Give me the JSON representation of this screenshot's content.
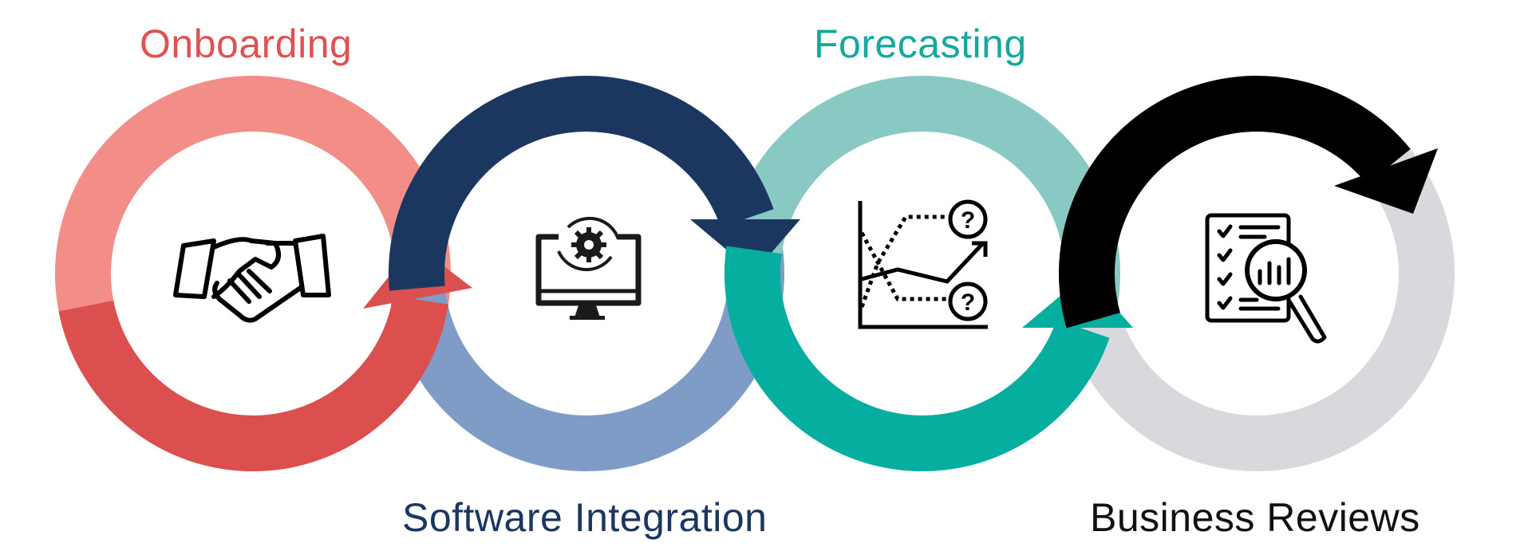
{
  "stages": [
    {
      "label": "Onboarding",
      "icon": "handshake-icon",
      "dark": "#DC4F4F",
      "light": "#F28E87",
      "label_color": "#E05252"
    },
    {
      "label": "Software Integration",
      "icon": "monitor-gear-icon",
      "dark": "#1B365F",
      "light": "#7F9CC6",
      "label_color": "#1B365F"
    },
    {
      "label": "Forecasting",
      "icon": "forecast-chart-icon",
      "dark": "#06AE9F",
      "light": "#88C9C3",
      "label_color": "#14A99C"
    },
    {
      "label": "Business Reviews",
      "icon": "report-magnifier-icon",
      "dark": "#000000",
      "light": "#D8D9DC",
      "label_color": "#111111"
    }
  ]
}
